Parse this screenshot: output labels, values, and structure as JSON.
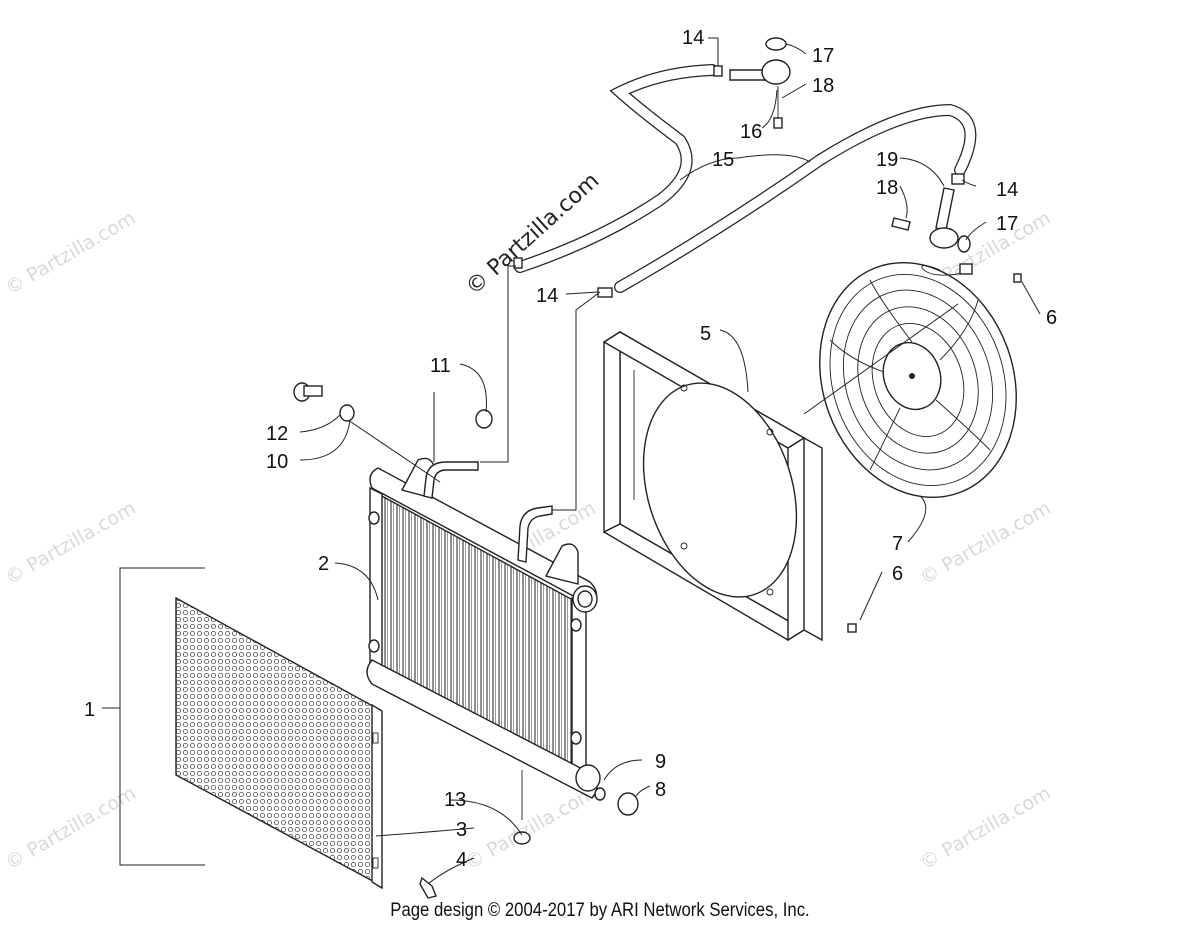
{
  "watermark": {
    "text": "© Partzilla.com"
  },
  "callouts": {
    "c1": "1",
    "c2": "2",
    "c3": "3",
    "c4": "4",
    "c5": "5",
    "c6a": "6",
    "c6b": "6",
    "c7": "7",
    "c8": "8",
    "c9": "9",
    "c10": "10",
    "c11": "11",
    "c12": "12",
    "c13": "13",
    "c14a": "14",
    "c14b": "14",
    "c14c": "14",
    "c15": "15",
    "c16": "16",
    "c17a": "17",
    "c17b": "17",
    "c18a": "18",
    "c18b": "18",
    "c19": "19"
  },
  "footer": {
    "copyright": "Page design © 2004-2017 by ARI Network Services, Inc."
  }
}
